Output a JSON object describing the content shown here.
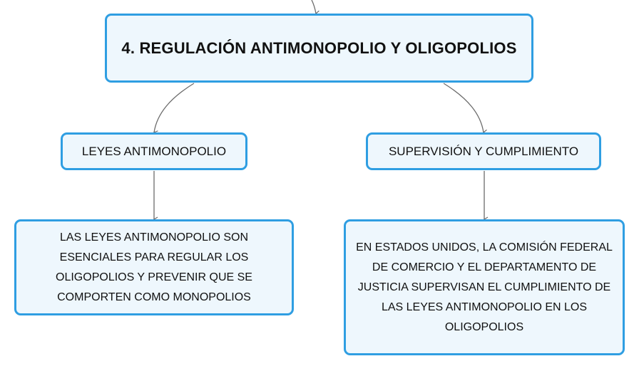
{
  "diagram": {
    "root": {
      "label": "4. REGULACIÓN ANTIMONOPOLIO Y OLIGOPOLIOS"
    },
    "topics": [
      {
        "label": "LEYES ANTIMONOPOLIO",
        "detail": "LAS LEYES ANTIMONOPOLIO SON ESENCIALES PARA REGULAR LOS OLIGOPOLIOS Y PREVENIR QUE SE COMPORTEN COMO MONOPOLIOS"
      },
      {
        "label": "SUPERVISIÓN Y CUMPLIMIENTO",
        "detail": "EN ESTADOS UNIDOS, LA COMISIÓN FEDERAL DE COMERCIO Y EL DEPARTAMENTO DE JUSTICIA SUPERVISAN EL CUMPLIMIENTO DE LAS LEYES ANTIMONOPOLIO EN LOS OLIGOPOLIOS"
      }
    ],
    "colors": {
      "node_border": "#2f9ee2",
      "node_fill": "#eef7fd",
      "connector": "#6b6b6b",
      "text": "#111111"
    }
  }
}
